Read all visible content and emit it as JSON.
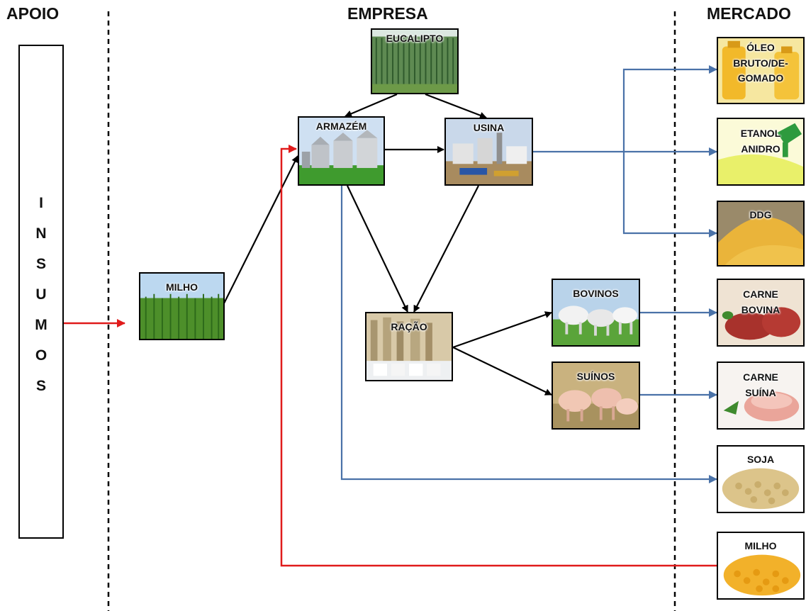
{
  "columns": {
    "apoio": "APOIO",
    "empresa": "EMPRESA",
    "mercado": "MERCADO"
  },
  "support": {
    "letters": [
      "I",
      "N",
      "S",
      "U",
      "M",
      "O",
      "S"
    ]
  },
  "company": {
    "eucalipto": "EUCALIPTO",
    "armazem": "ARMAZÉM",
    "usina": "USINA",
    "milho": "MILHO",
    "racao": "RAÇÃO",
    "bovinos": "BOVINOS",
    "suinos": "SUÍNOS"
  },
  "market": {
    "oleo": [
      "ÓLEO",
      "BRUTO/DE-",
      "GOMADO"
    ],
    "etanol": [
      "ETANOL",
      "ANIDRO"
    ],
    "ddg": "DDG",
    "carne_bovina": [
      "CARNE",
      "BOVINA"
    ],
    "carne_suina": [
      "CARNE",
      "SUÍNA"
    ],
    "soja": "SOJA",
    "milho": "MILHO"
  },
  "colors": {
    "black_arrow": "#000000",
    "blue_arrow": "#4a72a8",
    "red_arrow": "#e01b1b"
  }
}
